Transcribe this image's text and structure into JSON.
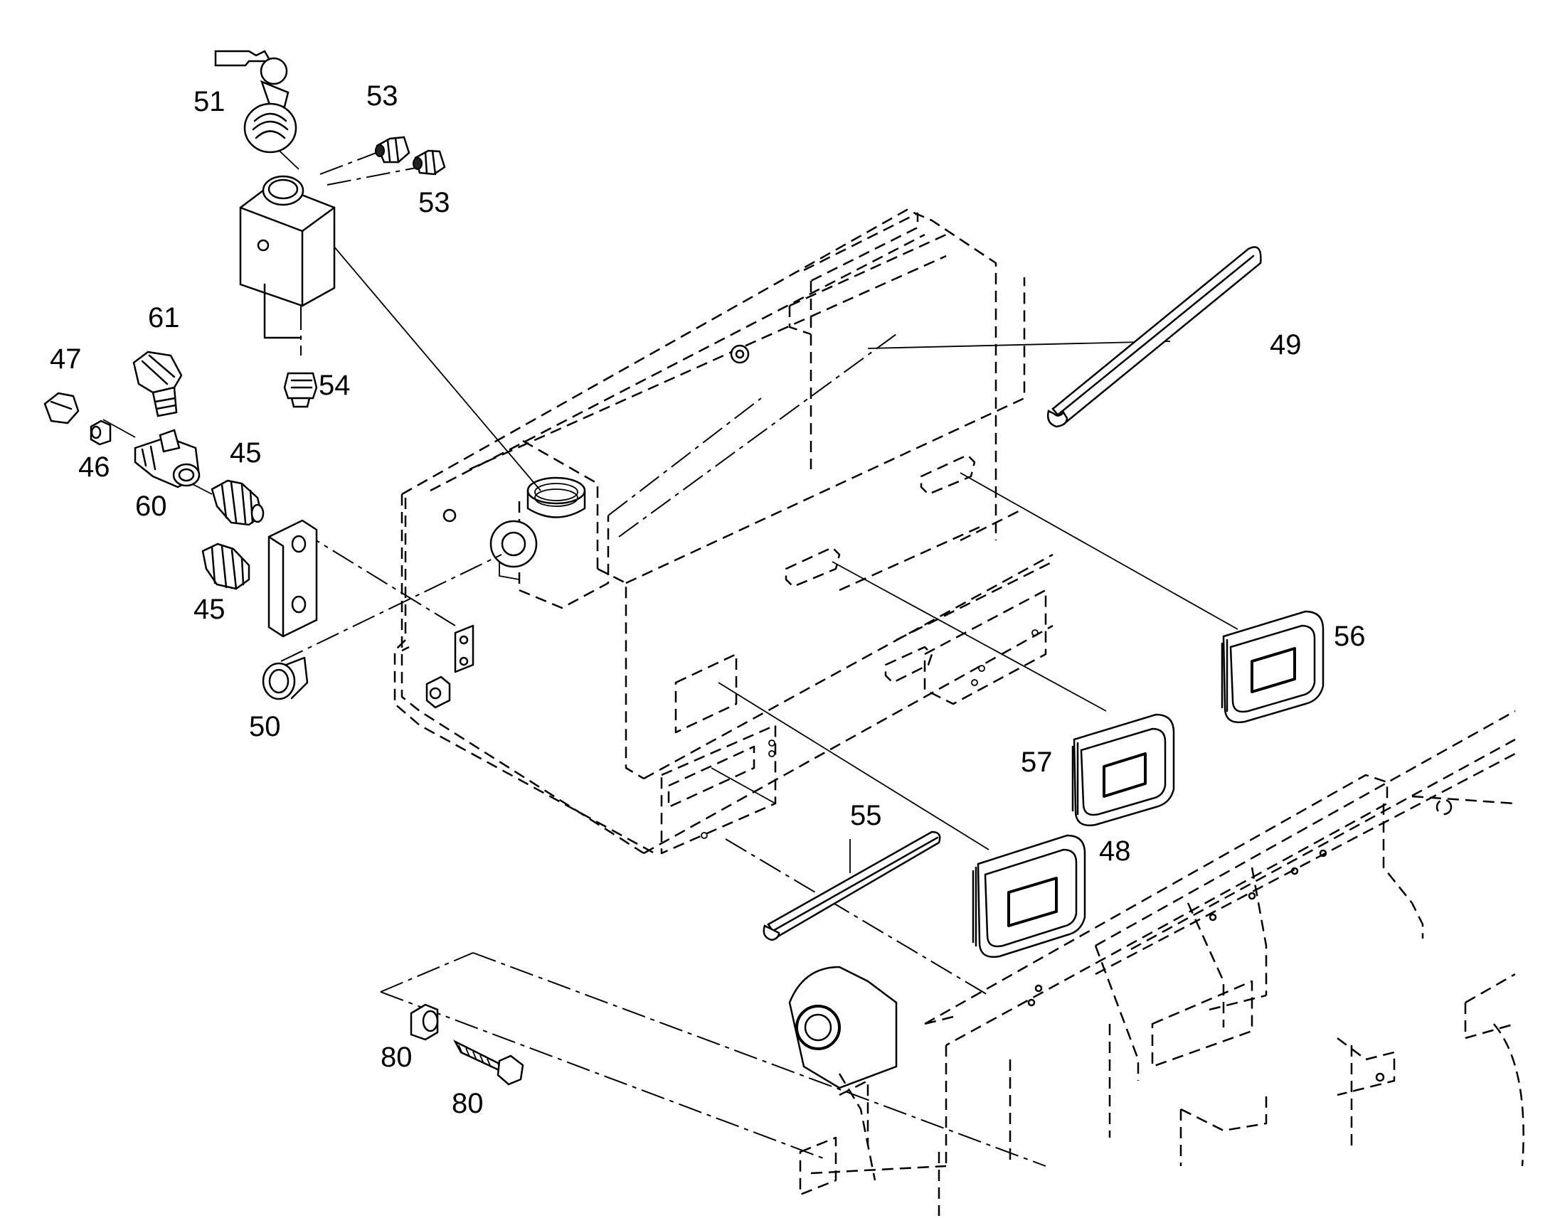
{
  "callouts": {
    "c45a": "45",
    "c45b": "45",
    "c46": "46",
    "c47": "47",
    "c48": "48",
    "c49": "49",
    "c50": "50",
    "c51": "51",
    "c53a": "53",
    "c53b": "53",
    "c54": "54",
    "c55": "55",
    "c56": "56",
    "c57": "57",
    "c60": "60",
    "c61": "61",
    "c80a": "80",
    "c80b": "80"
  }
}
